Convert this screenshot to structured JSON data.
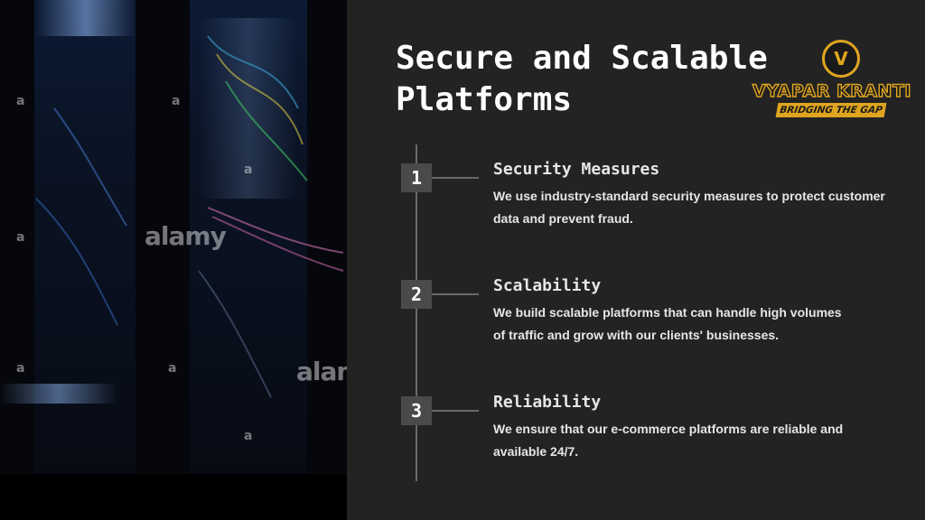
{
  "title": "Secure and Scalable Platforms",
  "logo": {
    "initial": "V",
    "name": "VYAPAR KRANTI",
    "tagline": "BRIDGING THE GAP"
  },
  "photo": {
    "watermark_big": "alamy",
    "watermark_small": "a"
  },
  "steps": [
    {
      "number": "1",
      "heading": "Security Measures",
      "text": "We use industry-standard security measures to protect customer data and prevent fraud."
    },
    {
      "number": "2",
      "heading": "Scalability",
      "text": "We build scalable platforms that can handle high volumes of traffic and grow with our clients' businesses."
    },
    {
      "number": "3",
      "heading": "Reliability",
      "text": "We ensure that our e-commerce platforms are reliable and available 24/7."
    }
  ]
}
